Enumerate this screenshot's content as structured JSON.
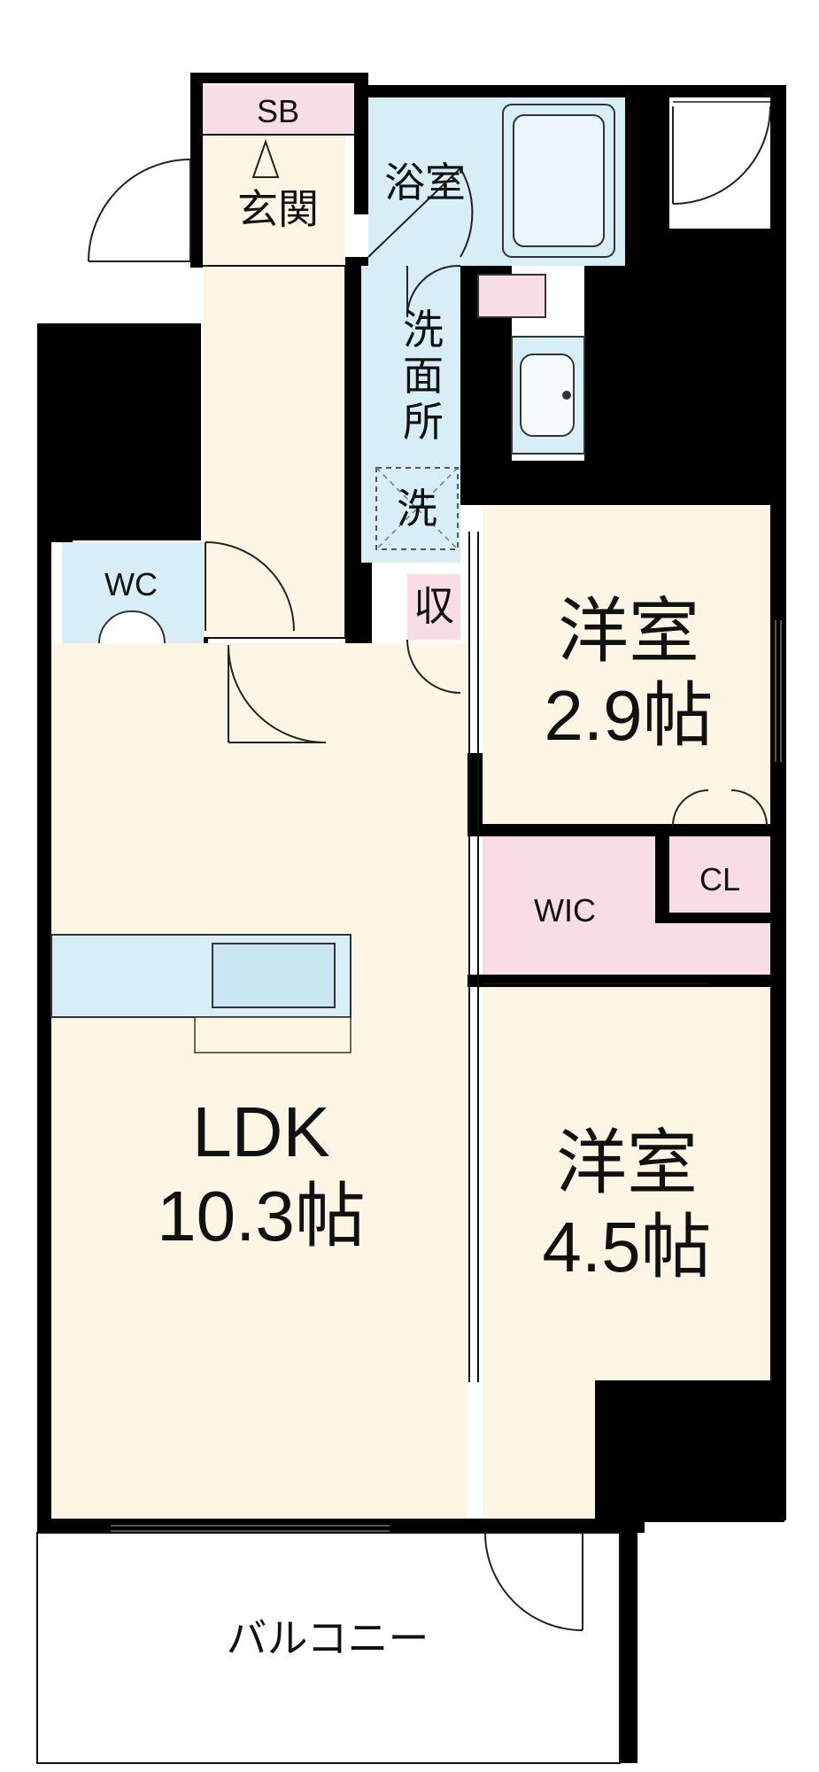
{
  "colors": {
    "wall": "#000000",
    "wood_floor": "#fdf6e4",
    "wet_area": "#d7eef7",
    "storage_pink": "#f8dde6",
    "balcony": "#ffffff"
  },
  "rooms": {
    "sb": "SB",
    "genkan": "玄関",
    "bath": "浴室",
    "washroom": "洗面所",
    "washer": "洗",
    "wc": "WC",
    "storage": "収",
    "western_room_1": {
      "name": "洋室",
      "size": "2.9帖"
    },
    "cl": "CL",
    "wic": "WIC",
    "ldk": {
      "name": "LDK",
      "size": "10.3帖"
    },
    "western_room_2": {
      "name": "洋室",
      "size": "4.5帖"
    },
    "balcony": "バルコニー"
  }
}
